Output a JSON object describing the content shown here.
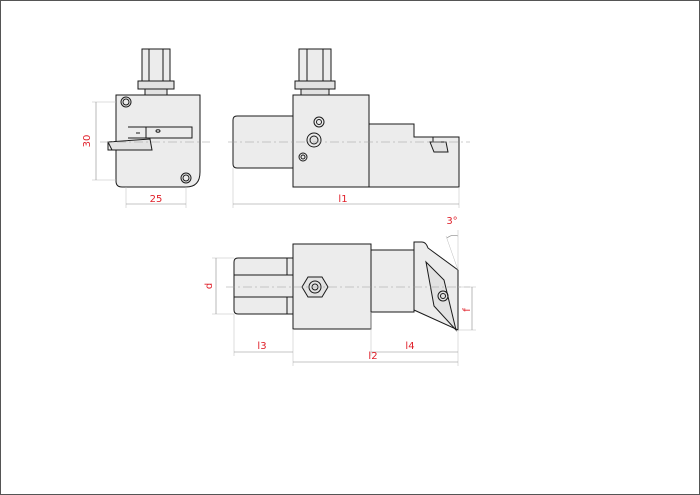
{
  "dimensions": {
    "height_30": "30",
    "width_25": "25",
    "length_l1": "l1",
    "diameter_d": "d",
    "length_l3": "l3",
    "length_l4": "l4",
    "length_l2": "l2",
    "offset_f": "f",
    "angle_3deg": "3°"
  },
  "colors": {
    "dimension_text": "#e0202a",
    "outline": "#1a1a1a",
    "body_fill": "#ececec",
    "dimension_line": "#8a8a8a"
  }
}
